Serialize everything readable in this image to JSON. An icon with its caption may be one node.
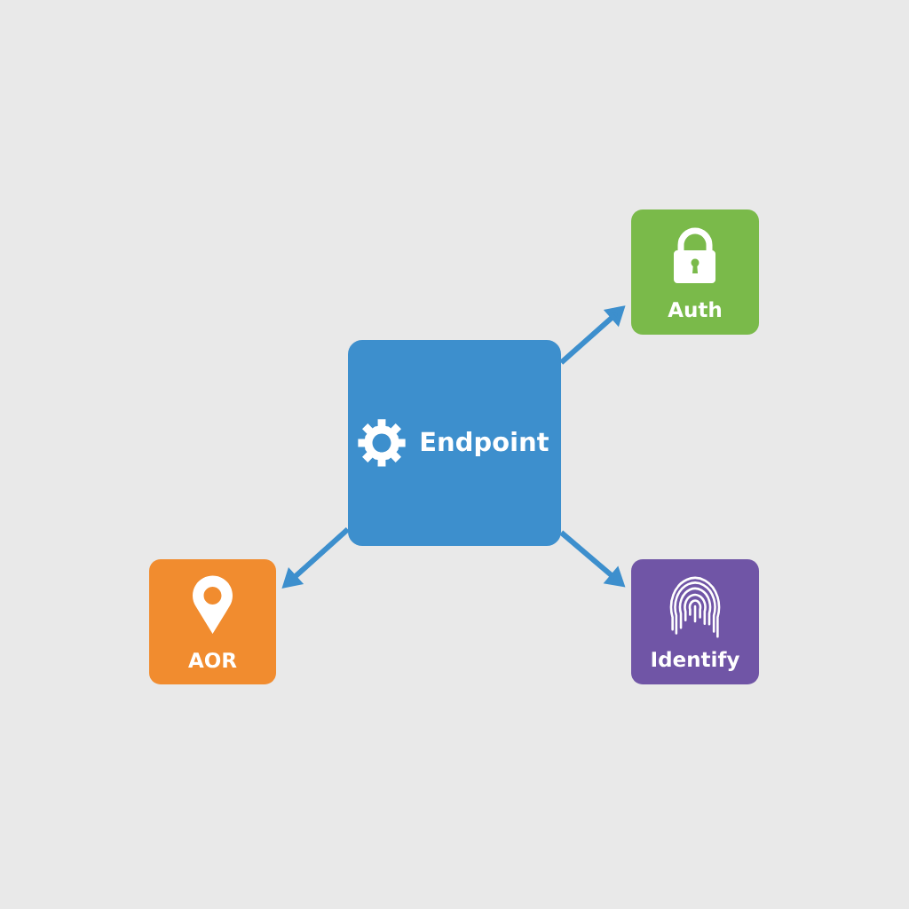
{
  "diagram": {
    "nodes": [
      {
        "text": [
          "Auth"
        ]
      },
      {
        "text": [
          "Endpoint"
        ]
      },
      {
        "text": [
          "AOR"
        ]
      },
      {
        "text": [
          "Identify"
        ]
      }
    ],
    "edges": [
      {
        "from": 1,
        "to": 0,
        "arrow": "to"
      },
      {
        "from": 1,
        "to": 2,
        "arrow": "to"
      },
      {
        "from": 1,
        "to": 3,
        "arrow": "to"
      }
    ]
  }
}
